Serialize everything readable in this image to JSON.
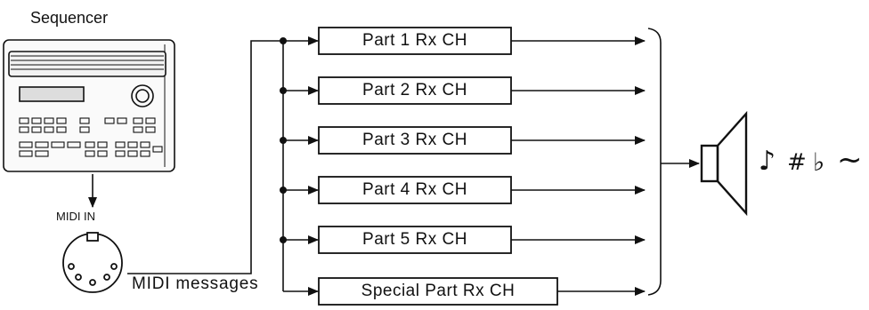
{
  "sequencer_label": "Sequencer",
  "midi_in_label": "MIDI IN",
  "midi_messages_label": "MIDI messages",
  "parts": [
    {
      "label": "Part 1 Rx CH"
    },
    {
      "label": "Part 2 Rx CH"
    },
    {
      "label": "Part 3 Rx CH"
    },
    {
      "label": "Part 4 Rx CH"
    },
    {
      "label": "Part 5 Rx CH"
    },
    {
      "label": "Special Part Rx CH"
    }
  ],
  "sound_symbols": [
    "♪",
    "#",
    "♭",
    "~"
  ],
  "icons": {
    "device": "sequencer-icon",
    "connector": "midi-din-connector-icon",
    "output": "speaker-icon"
  }
}
